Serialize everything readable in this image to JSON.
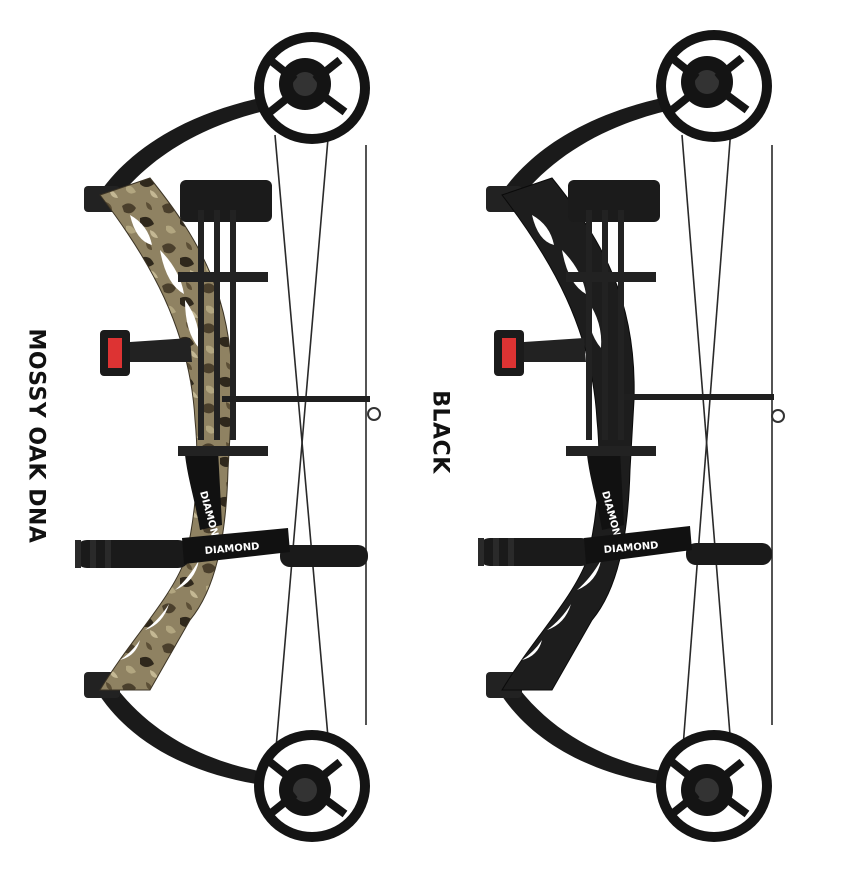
{
  "variants": [
    {
      "label": "MOSSY OAK DNA",
      "finish": "camo",
      "riser_color": "#8a7c5e",
      "riser_pattern_color": "#3b3324"
    },
    {
      "label": "BLACK",
      "finish": "black",
      "riser_color": "#1d1d1d",
      "riser_pattern_color": "#0a0a0a"
    }
  ],
  "brand": {
    "wordmark": "DIAMOND"
  },
  "colors": {
    "limb": "#1a1a1a",
    "cam": "#141414",
    "string": "#2a2a2a",
    "background": "#ffffff"
  }
}
